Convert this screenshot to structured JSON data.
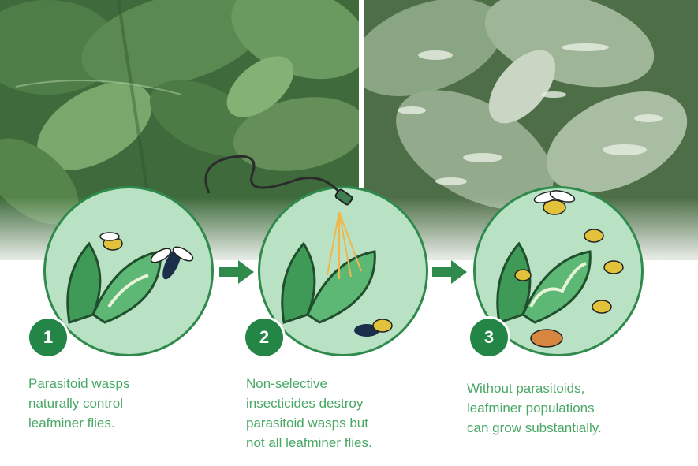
{
  "colors": {
    "accent": "#238546",
    "caption": "#49a865",
    "circle_fill": "#b9e2c4",
    "circle_border": "#2f8a4c"
  },
  "photos": [
    {
      "name": "healthy-crop-photo"
    },
    {
      "name": "damaged-crop-photo"
    }
  ],
  "steps": [
    {
      "number": "1",
      "caption_lines": [
        "Parasitoid wasps",
        "naturally control",
        "leafminer flies."
      ]
    },
    {
      "number": "2",
      "caption_lines": [
        "Non-selective",
        "insecticides destroy",
        "parasitoid wasps but",
        "not all leafminer flies."
      ]
    },
    {
      "number": "3",
      "caption_lines": [
        "Without parasitoids,",
        "leafminer populations",
        "can grow substantially."
      ]
    }
  ],
  "icons": [
    "leaf-icon",
    "wasp-icon",
    "leafminer-fly-icon",
    "spray-nozzle-icon",
    "arrow-right-icon"
  ]
}
